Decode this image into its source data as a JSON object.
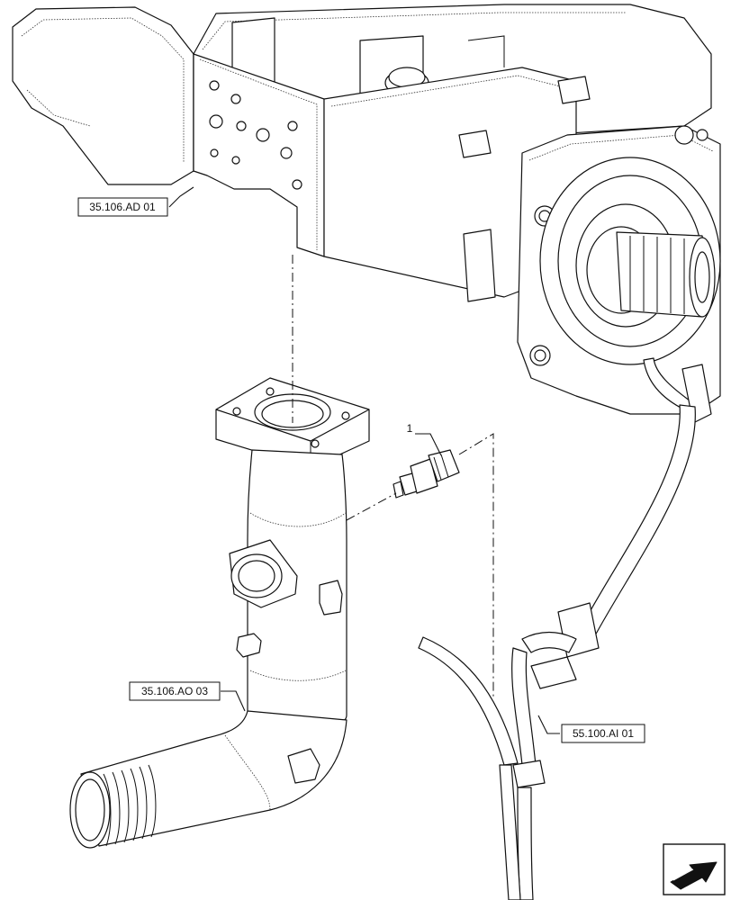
{
  "references": [
    {
      "id": "ref-1",
      "text": "35.106.AD 01"
    },
    {
      "id": "ref-2",
      "text": "35.106.AO 03"
    },
    {
      "id": "ref-3",
      "text": "55.100.AI 01"
    }
  ],
  "callouts": [
    {
      "id": "item-1",
      "text": "1"
    }
  ],
  "icons": {
    "nav": "next-page-arrow-icon"
  }
}
